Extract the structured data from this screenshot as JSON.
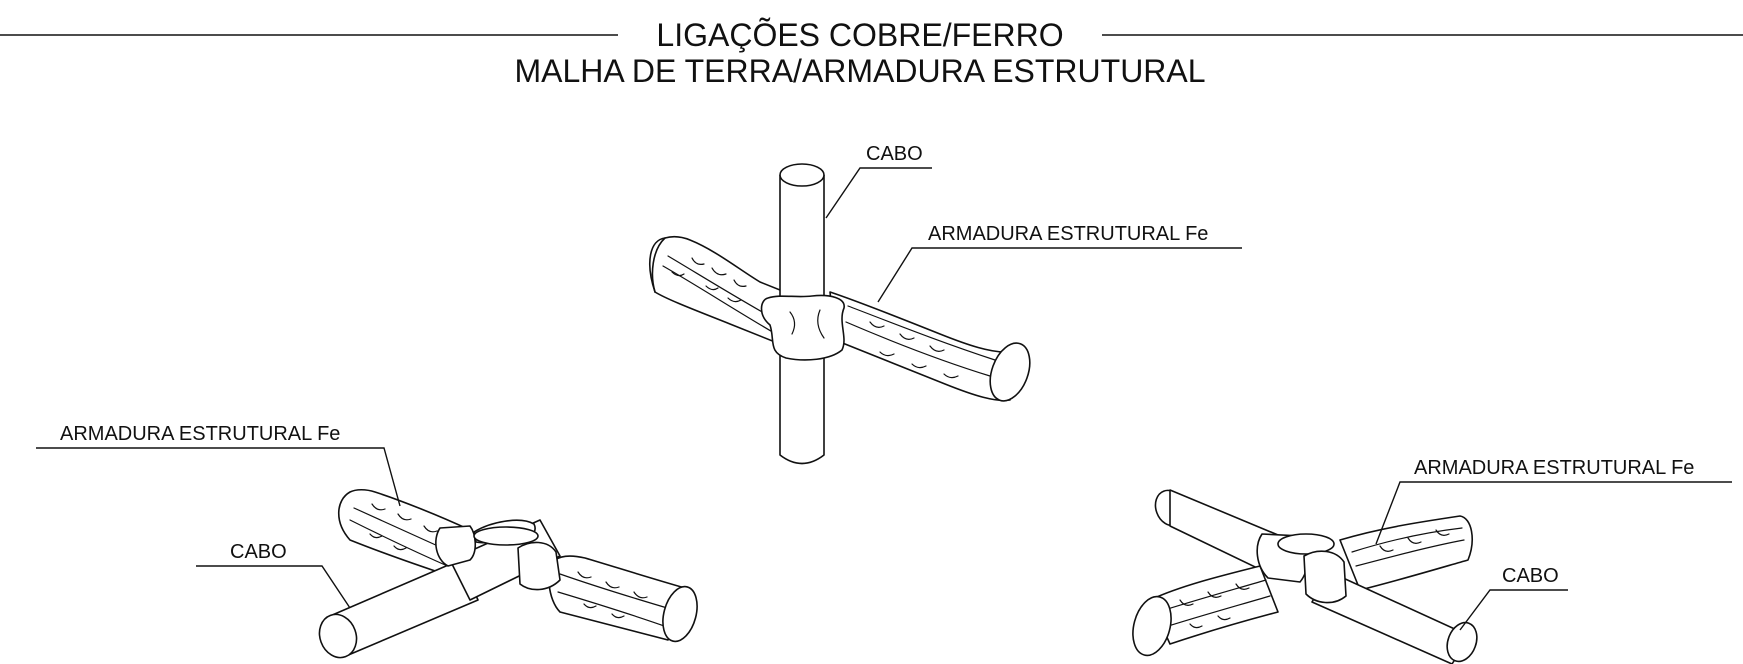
{
  "title": {
    "line1": "LIGAÇÕES COBRE/FERRO",
    "line2": "MALHA DE TERRA/ARMADURA ESTRUTURAL"
  },
  "labels": {
    "top_cable": "CABO",
    "top_rebar": "ARMADURA ESTRUTURAL Fe",
    "left_rebar": "ARMADURA ESTRUTURAL Fe",
    "left_cable": "CABO",
    "right_rebar": "ARMADURA ESTRUTURAL Fe",
    "right_cable": "CABO"
  }
}
